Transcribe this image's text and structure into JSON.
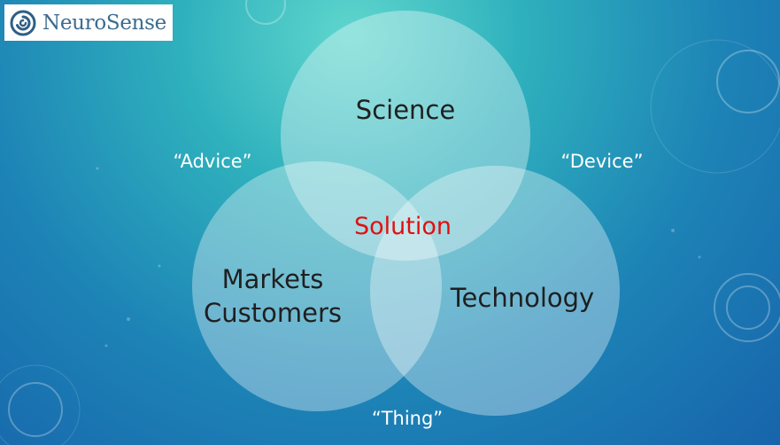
{
  "logo": {
    "text": "NeuroSense",
    "icon": "spiral-icon",
    "text_color": "#3b6c8f"
  },
  "diagram": {
    "circles": {
      "science": "Science",
      "markets_line1": "Markets",
      "markets_line2": "Customers",
      "technology": "Technology"
    },
    "center": "Solution",
    "quotes": {
      "advice": "“Advice”",
      "device": "“Device”",
      "thing": "“Thing”"
    }
  },
  "colors": {
    "center_text": "#e01010",
    "quote_text": "#ffffff",
    "circle_fill": "rgba(255,255,255,0.35)"
  }
}
